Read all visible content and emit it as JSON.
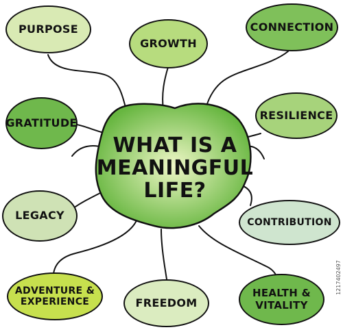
{
  "center": {
    "label": "WHAT IS A\nMEANINGFUL\nLIFE?"
  },
  "nodes": [
    {
      "key": "purpose",
      "label": "PURPOSE",
      "color": "#d9eab4"
    },
    {
      "key": "growth",
      "label": "GROWTH",
      "color": "#b7dc7e"
    },
    {
      "key": "connection",
      "label": "CONNECTION",
      "color": "#7fc05a"
    },
    {
      "key": "gratitude",
      "label": "GRATITUDE",
      "color": "#6fb84c"
    },
    {
      "key": "resilience",
      "label": "RESILIENCE",
      "color": "#a7d37b"
    },
    {
      "key": "legacy",
      "label": "LEGACY",
      "color": "#cfe2b5"
    },
    {
      "key": "contribution",
      "label": "CONTRIBUTION",
      "color": "#cfe5cf"
    },
    {
      "key": "adventure",
      "label": "ADVENTURE &\nEXPERIENCE",
      "color": "#c7e04e"
    },
    {
      "key": "freedom",
      "label": "FREEDOM",
      "color": "#dbecc0"
    },
    {
      "key": "health",
      "label": "HEALTH &\nVITALITY",
      "color": "#6fb84c"
    }
  ],
  "center_color": "#67b640",
  "watermark": "1217402497"
}
